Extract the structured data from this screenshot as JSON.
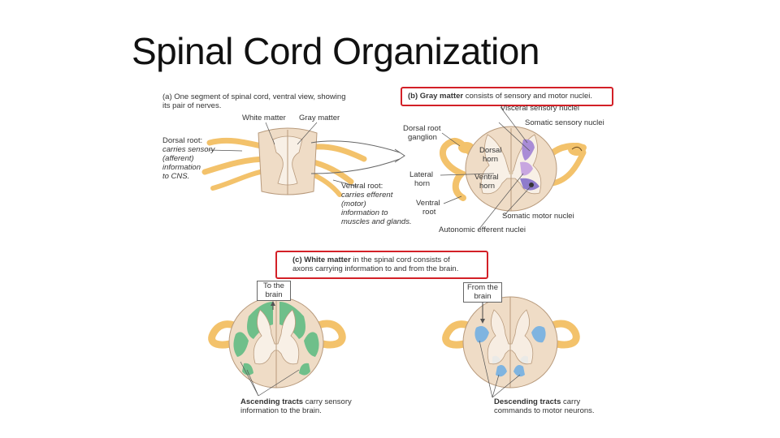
{
  "slide": {
    "title": "Spinal Cord Organization"
  },
  "panel_a": {
    "caption_line1": "(a) One segment of spinal cord, ventral view, showing",
    "caption_line2": "its pair of nerves.",
    "white_matter": "White matter",
    "gray_matter": "Gray matter",
    "dorsal_root_1": "Dorsal root:",
    "dorsal_root_2": "carries sensory",
    "dorsal_root_3": "(afferent)",
    "dorsal_root_4": "information",
    "dorsal_root_5": "to CNS.",
    "ventral_root_1": "Ventral root:",
    "ventral_root_2": "carries efferent",
    "ventral_root_3": "(motor)",
    "ventral_root_4": "information to",
    "ventral_root_5": "muscles and glands."
  },
  "panel_b": {
    "caption_bold": "(b) Gray matter",
    "caption_rest": " consists of sensory and motor nuclei.",
    "visceral_sensory": "Visceral sensory nuclei",
    "somatic_sensory": "Somatic sensory nuclei",
    "dorsal_root_ganglion_1": "Dorsal root",
    "dorsal_root_ganglion_2": "ganglion",
    "dorsal_horn_1": "Dorsal",
    "dorsal_horn_2": "horn",
    "lateral_horn_1": "Lateral",
    "lateral_horn_2": "horn",
    "ventral_horn_1": "Ventral",
    "ventral_horn_2": "horn",
    "ventral_root_1": "Ventral",
    "ventral_root_2": "root",
    "somatic_motor": "Somatic motor nuclei",
    "autonomic_efferent": "Autonomic efferent nuclei"
  },
  "panel_c": {
    "caption_bold": "(c) White matter",
    "caption_rest_1": " in the spinal cord consists of",
    "caption_line2": "axons carrying information to and from the brain.",
    "to_brain_1": "To the",
    "to_brain_2": "brain",
    "from_brain_1": "From the",
    "from_brain_2": "brain",
    "ascending_bold": "Ascending tracts",
    "ascending_rest": " carry sensory",
    "ascending_line2": "information to the brain.",
    "descending_bold": "Descending tracts",
    "descending_rest": " carry",
    "descending_line2": "commands to motor neurons."
  },
  "colors": {
    "highlight_box": "#d32027",
    "cord_fill": "#efdcc6",
    "gray_matter": "#f8f0e6",
    "nerve": "#f3c26b",
    "ascending_tracts": "#6fbf8a",
    "descending_tracts": "#7fb4e0",
    "sensory_nuclei": "#a98cd6",
    "motor_nuclei": "#8f7ccc"
  }
}
